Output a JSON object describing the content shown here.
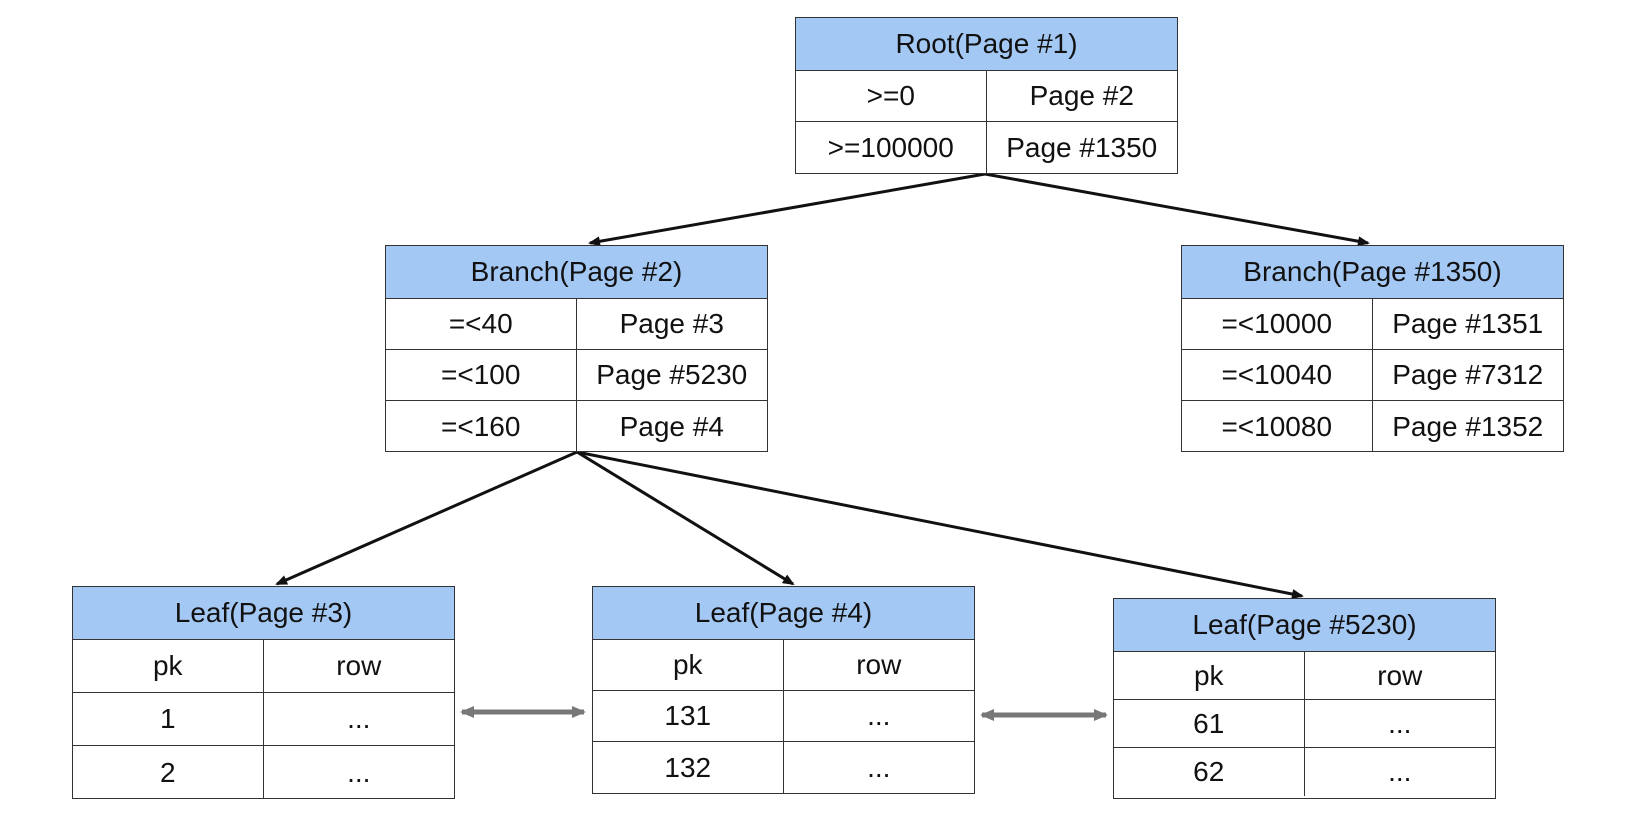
{
  "root": {
    "title": "Root(Page #1)",
    "rows": [
      {
        "key": ">=0",
        "page": "Page #2"
      },
      {
        "key": ">=100000",
        "page": "Page #1350"
      }
    ]
  },
  "branch_2": {
    "title": "Branch(Page #2)",
    "rows": [
      {
        "key": "=<40",
        "page": "Page #3"
      },
      {
        "key": "=<100",
        "page": "Page #5230"
      },
      {
        "key": "=<160",
        "page": "Page #4"
      }
    ]
  },
  "branch_1350": {
    "title": "Branch(Page #1350)",
    "rows": [
      {
        "key": "=<10000",
        "page": "Page #1351"
      },
      {
        "key": "=<10040",
        "page": "Page #7312"
      },
      {
        "key": "=<10080",
        "page": "Page #1352"
      }
    ]
  },
  "leaf_3": {
    "title": "Leaf(Page #3)",
    "header": {
      "pk": "pk",
      "row": "row"
    },
    "rows": [
      {
        "pk": "1",
        "row": "..."
      },
      {
        "pk": "2",
        "row": "..."
      }
    ]
  },
  "leaf_4": {
    "title": "Leaf(Page #4)",
    "header": {
      "pk": "pk",
      "row": "row"
    },
    "rows": [
      {
        "pk": "131",
        "row": "..."
      },
      {
        "pk": "132",
        "row": "..."
      }
    ]
  },
  "leaf_5230": {
    "title": "Leaf(Page #5230)",
    "header": {
      "pk": "pk",
      "row": "row"
    },
    "rows": [
      {
        "pk": "61",
        "row": "..."
      },
      {
        "pk": "62",
        "row": "..."
      }
    ]
  },
  "colors": {
    "header_fill": "#a4c8f4",
    "border": "#333333",
    "tree_edge": "#111111",
    "sibling_link": "#777777"
  }
}
